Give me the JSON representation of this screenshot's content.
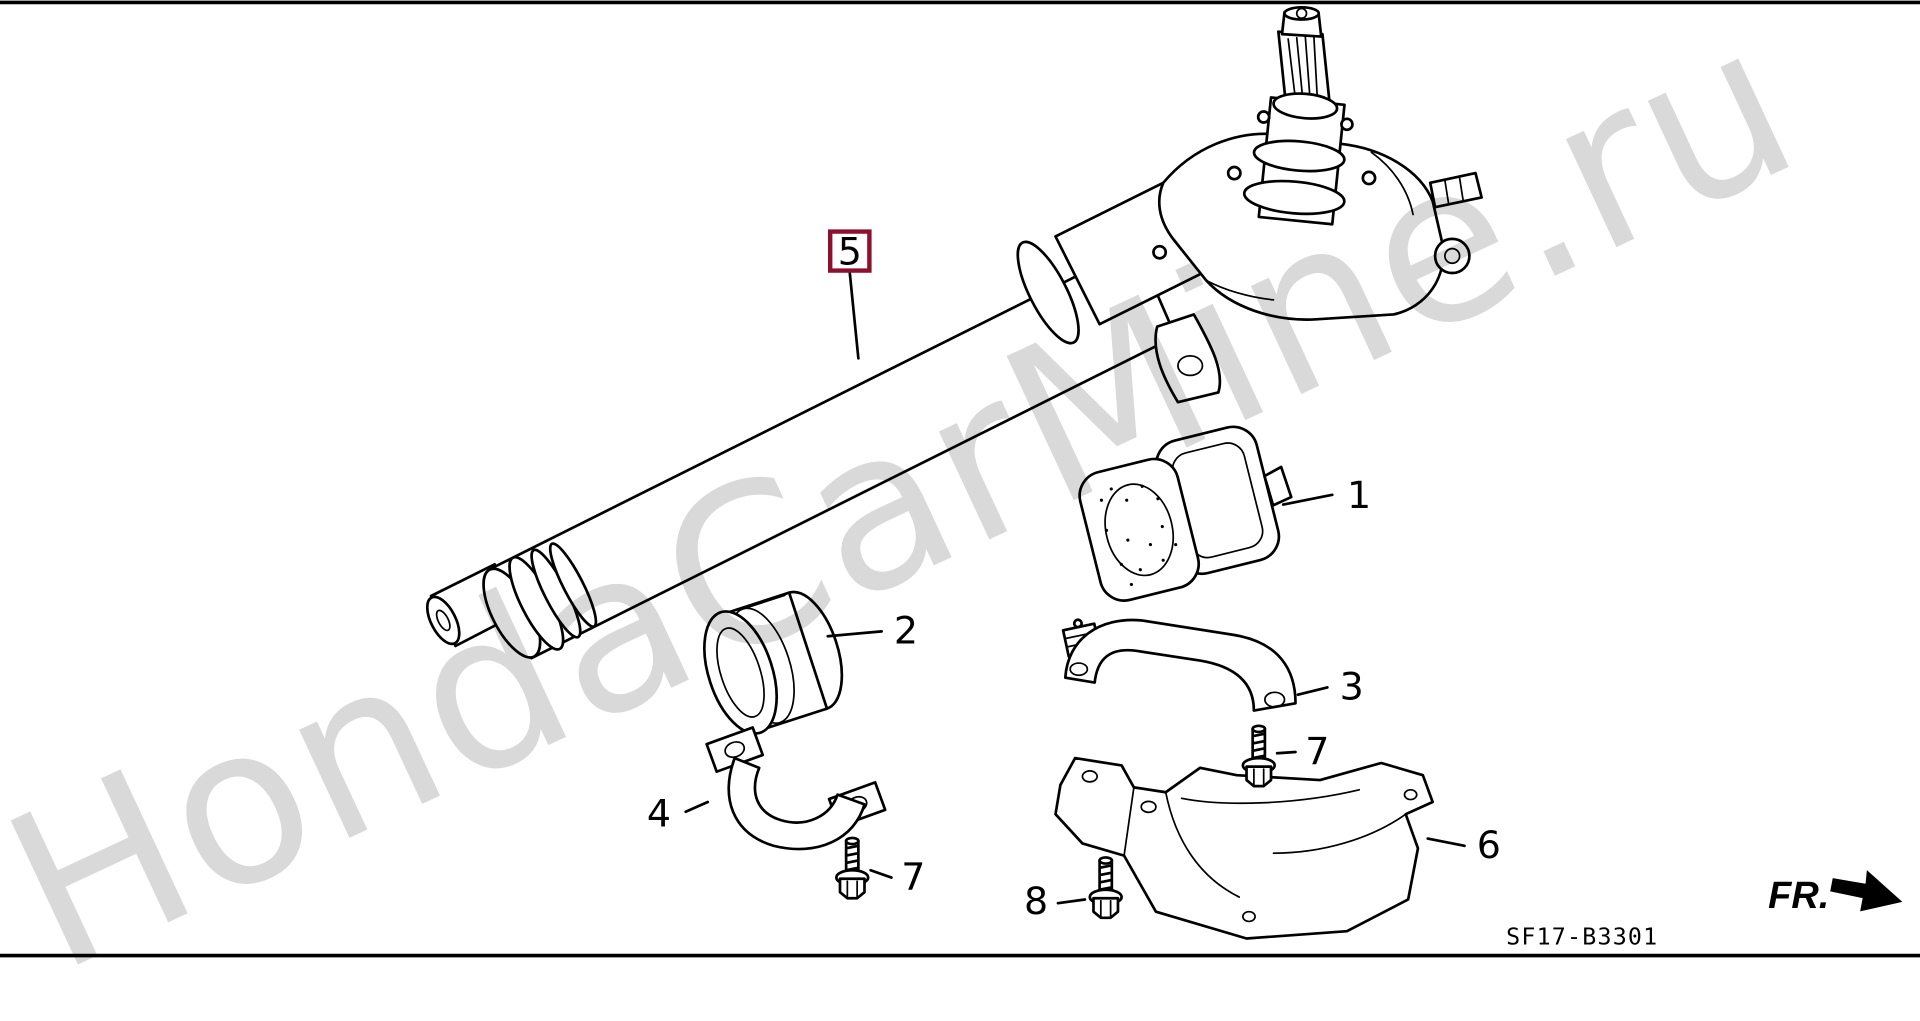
{
  "diagram": {
    "watermark": "HondaCarMine.ru",
    "code": "SF17-B3301",
    "direction_label": "FR.",
    "callouts": {
      "part1": "1",
      "part2": "2",
      "part3": "3",
      "part4": "4",
      "part5": "5",
      "part6": "6",
      "part7_upper": "7",
      "part7_lower": "7",
      "part8": "8"
    },
    "colors": {
      "line": "#000000",
      "highlight_box": "#8e1030",
      "watermark": "#d9d9d9",
      "background": "#ffffff"
    }
  }
}
